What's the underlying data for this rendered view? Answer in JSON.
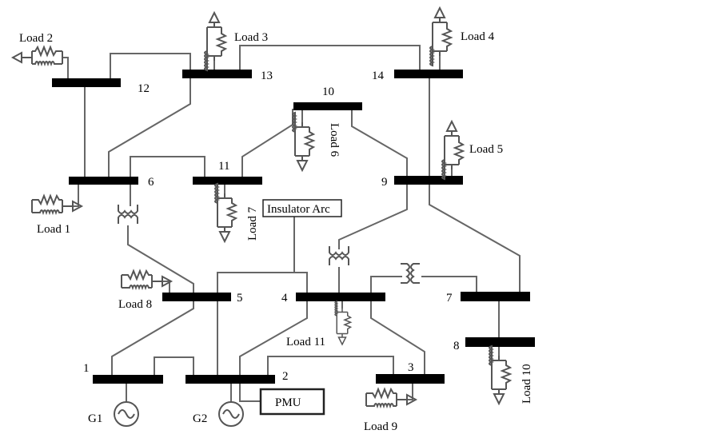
{
  "diagram": {
    "type": "power-system-one-line",
    "title": "",
    "buses": [
      {
        "id": "1",
        "label": "1"
      },
      {
        "id": "2",
        "label": "2"
      },
      {
        "id": "3",
        "label": "3"
      },
      {
        "id": "4",
        "label": "4"
      },
      {
        "id": "5",
        "label": "5"
      },
      {
        "id": "6",
        "label": "6"
      },
      {
        "id": "7",
        "label": "7"
      },
      {
        "id": "8",
        "label": "8"
      },
      {
        "id": "9",
        "label": "9"
      },
      {
        "id": "10",
        "label": "10"
      },
      {
        "id": "11",
        "label": "11"
      },
      {
        "id": "12",
        "label": "12"
      },
      {
        "id": "13",
        "label": "13"
      },
      {
        "id": "14",
        "label": "14"
      }
    ],
    "generators": [
      {
        "label": "G1",
        "bus": "1"
      },
      {
        "label": "G2",
        "bus": "2"
      }
    ],
    "loads": [
      {
        "label": "Load 1",
        "bus": "6"
      },
      {
        "label": "Load 2",
        "bus": "12"
      },
      {
        "label": "Load 3",
        "bus": "13"
      },
      {
        "label": "Load 4",
        "bus": "14"
      },
      {
        "label": "Load 5",
        "bus": "9"
      },
      {
        "label": "Load 6",
        "bus": "10"
      },
      {
        "label": "Load 7",
        "bus": "11"
      },
      {
        "label": "Load 8",
        "bus": "5"
      },
      {
        "label": "Load 9",
        "bus": "3"
      },
      {
        "label": "Load 10",
        "bus": "8"
      },
      {
        "label": "Load 11",
        "bus": "4"
      }
    ],
    "lines": [
      [
        "1",
        "2"
      ],
      [
        "1",
        "5"
      ],
      [
        "2",
        "3"
      ],
      [
        "2",
        "4"
      ],
      [
        "2",
        "5"
      ],
      [
        "3",
        "4"
      ],
      [
        "4",
        "5"
      ],
      [
        "6",
        "11"
      ],
      [
        "6",
        "12"
      ],
      [
        "6",
        "13"
      ],
      [
        "9",
        "10"
      ],
      [
        "9",
        "14"
      ],
      [
        "10",
        "11"
      ],
      [
        "12",
        "13"
      ],
      [
        "13",
        "14"
      ],
      [
        "7",
        "8"
      ],
      [
        "7",
        "9"
      ]
    ],
    "transformers": [
      {
        "between": [
          "5",
          "6"
        ]
      },
      {
        "between": [
          "4",
          "9"
        ]
      },
      {
        "between": [
          "4",
          "7"
        ]
      }
    ],
    "annotations": {
      "fault_label": "Insulator Arc",
      "pmu_label": "PMU"
    }
  }
}
